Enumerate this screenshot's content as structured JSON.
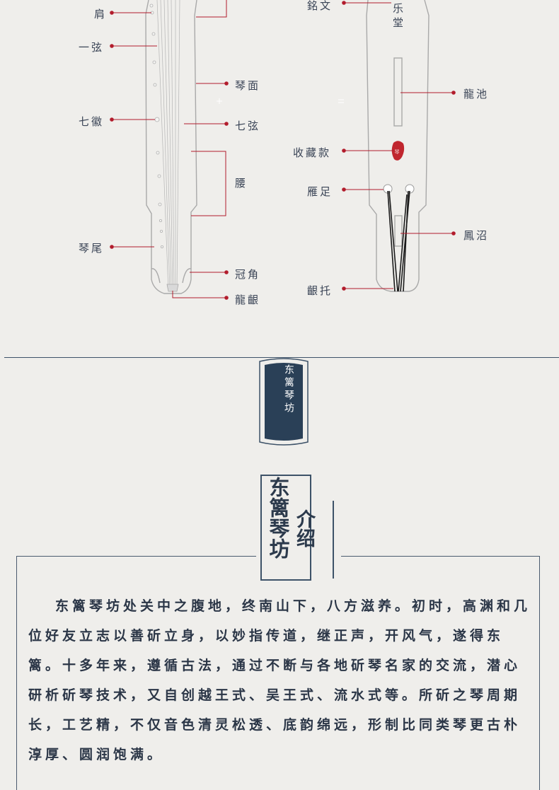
{
  "diagram": {
    "front_labels": {
      "shoulder": "肩",
      "string_one": "一弦",
      "seventh_hui": "七徽",
      "tail": "琴尾",
      "face": "琴面",
      "seventh_string": "七弦",
      "waist": "腰",
      "crown_corner": "冠角",
      "dragon_gum": "龍齦"
    },
    "back_labels": {
      "inscription": "銘文",
      "dragon_pool": "龍池",
      "collection_seal": "收藏款",
      "goose_feet": "雁足",
      "phoenix_pond": "鳳沼",
      "gum_support": "齦托"
    },
    "back_engraving": "乐\n堂",
    "accent_color": "#b21c2c",
    "seal_color": "#c0262e"
  },
  "badge": {
    "text": "东篱琴坊"
  },
  "intro": {
    "title_main": "东篱琴坊",
    "title_sub": "介绍",
    "paragraph": "东篱琴坊处关中之腹地，终南山下，八方滋养。初时，高渊和几位好友立志以善斫立身，以妙指传道，继正声，开风气，遂得东篱。十多年来，遵循古法，通过不断与各地斫琴名家的交流，潜心研析斫琴技术，又自创越王式、吴王式、流水式等。所斫之琴周期长，工艺精，不仅音色清灵松透、底韵绵远，形制比同类琴更古朴淳厚、圆润饱满。"
  },
  "colors": {
    "navy": "#2a4057",
    "background": "#efeeeb",
    "line": "#3d5268"
  }
}
